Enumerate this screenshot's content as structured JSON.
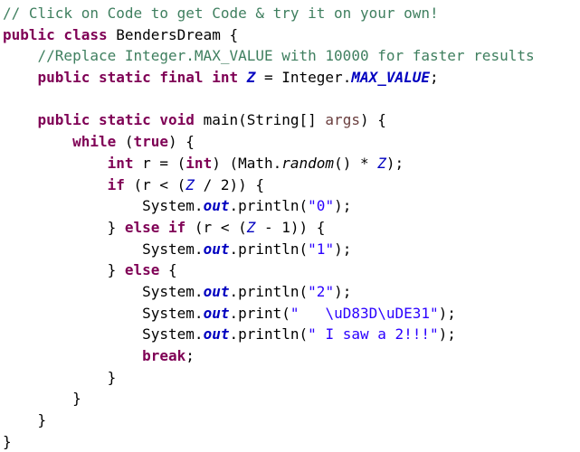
{
  "editor": {
    "lines": [
      [
        {
          "t": "comment",
          "s": "// Click on Code to get Code & try it on your own!"
        }
      ],
      [
        {
          "t": "keyword",
          "s": "public class "
        },
        {
          "t": "plain",
          "s": "BendersDream {"
        }
      ],
      [
        {
          "t": "plain",
          "s": "    "
        },
        {
          "t": "comment",
          "s": "//Replace Integer.MAX_VALUE with 10000 for faster results"
        }
      ],
      [
        {
          "t": "plain",
          "s": "    "
        },
        {
          "t": "keyword",
          "s": "public static final int "
        },
        {
          "t": "field",
          "s": "Z"
        },
        {
          "t": "plain",
          "s": " = Integer."
        },
        {
          "t": "field",
          "s": "MAX_VALUE"
        },
        {
          "t": "plain",
          "s": ";"
        }
      ],
      [
        {
          "t": "plain",
          "s": ""
        }
      ],
      [
        {
          "t": "plain",
          "s": "    "
        },
        {
          "t": "keyword",
          "s": "public static void "
        },
        {
          "t": "plain",
          "s": "main(String[] "
        },
        {
          "t": "param",
          "s": "args"
        },
        {
          "t": "plain",
          "s": ") {"
        }
      ],
      [
        {
          "t": "plain",
          "s": "        "
        },
        {
          "t": "keyword",
          "s": "while "
        },
        {
          "t": "plain",
          "s": "("
        },
        {
          "t": "keyword",
          "s": "true"
        },
        {
          "t": "plain",
          "s": ") {"
        }
      ],
      [
        {
          "t": "plain",
          "s": "            "
        },
        {
          "t": "keyword",
          "s": "int "
        },
        {
          "t": "plain",
          "s": "r = ("
        },
        {
          "t": "keyword",
          "s": "int"
        },
        {
          "t": "plain",
          "s": ") (Math."
        },
        {
          "t": "method",
          "s": "random"
        },
        {
          "t": "plain",
          "s": "() * "
        },
        {
          "t": "static",
          "s": "Z"
        },
        {
          "t": "plain",
          "s": ");"
        }
      ],
      [
        {
          "t": "plain",
          "s": "            "
        },
        {
          "t": "keyword",
          "s": "if "
        },
        {
          "t": "plain",
          "s": "(r < ("
        },
        {
          "t": "static",
          "s": "Z"
        },
        {
          "t": "plain",
          "s": " / 2)) {"
        }
      ],
      [
        {
          "t": "plain",
          "s": "                System."
        },
        {
          "t": "field",
          "s": "out"
        },
        {
          "t": "plain",
          "s": ".println("
        },
        {
          "t": "string",
          "s": "\"0\""
        },
        {
          "t": "plain",
          "s": ");"
        }
      ],
      [
        {
          "t": "plain",
          "s": "            } "
        },
        {
          "t": "keyword",
          "s": "else if "
        },
        {
          "t": "plain",
          "s": "(r < ("
        },
        {
          "t": "static",
          "s": "Z"
        },
        {
          "t": "plain",
          "s": " - 1)) {"
        }
      ],
      [
        {
          "t": "plain",
          "s": "                System."
        },
        {
          "t": "field",
          "s": "out"
        },
        {
          "t": "plain",
          "s": ".println("
        },
        {
          "t": "string",
          "s": "\"1\""
        },
        {
          "t": "plain",
          "s": ");"
        }
      ],
      [
        {
          "t": "plain",
          "s": "            } "
        },
        {
          "t": "keyword",
          "s": "else "
        },
        {
          "t": "plain",
          "s": "{"
        }
      ],
      [
        {
          "t": "plain",
          "s": "                System."
        },
        {
          "t": "field",
          "s": "out"
        },
        {
          "t": "plain",
          "s": ".println("
        },
        {
          "t": "string",
          "s": "\"2\""
        },
        {
          "t": "plain",
          "s": ");"
        }
      ],
      [
        {
          "t": "plain",
          "s": "                System."
        },
        {
          "t": "field",
          "s": "out"
        },
        {
          "t": "plain",
          "s": ".print("
        },
        {
          "t": "string",
          "s": "\"   \\uD83D\\uDE31\""
        },
        {
          "t": "plain",
          "s": ");"
        }
      ],
      [
        {
          "t": "plain",
          "s": "                System."
        },
        {
          "t": "field",
          "s": "out"
        },
        {
          "t": "plain",
          "s": ".println("
        },
        {
          "t": "string",
          "s": "\" I saw a 2!!!\""
        },
        {
          "t": "plain",
          "s": ");"
        }
      ],
      [
        {
          "t": "plain",
          "s": "                "
        },
        {
          "t": "keyword",
          "s": "break"
        },
        {
          "t": "plain",
          "s": ";"
        }
      ],
      [
        {
          "t": "plain",
          "s": "            }"
        }
      ],
      [
        {
          "t": "plain",
          "s": "        }"
        }
      ],
      [
        {
          "t": "plain",
          "s": "    }"
        }
      ],
      [
        {
          "t": "plain",
          "s": "}"
        }
      ]
    ]
  }
}
